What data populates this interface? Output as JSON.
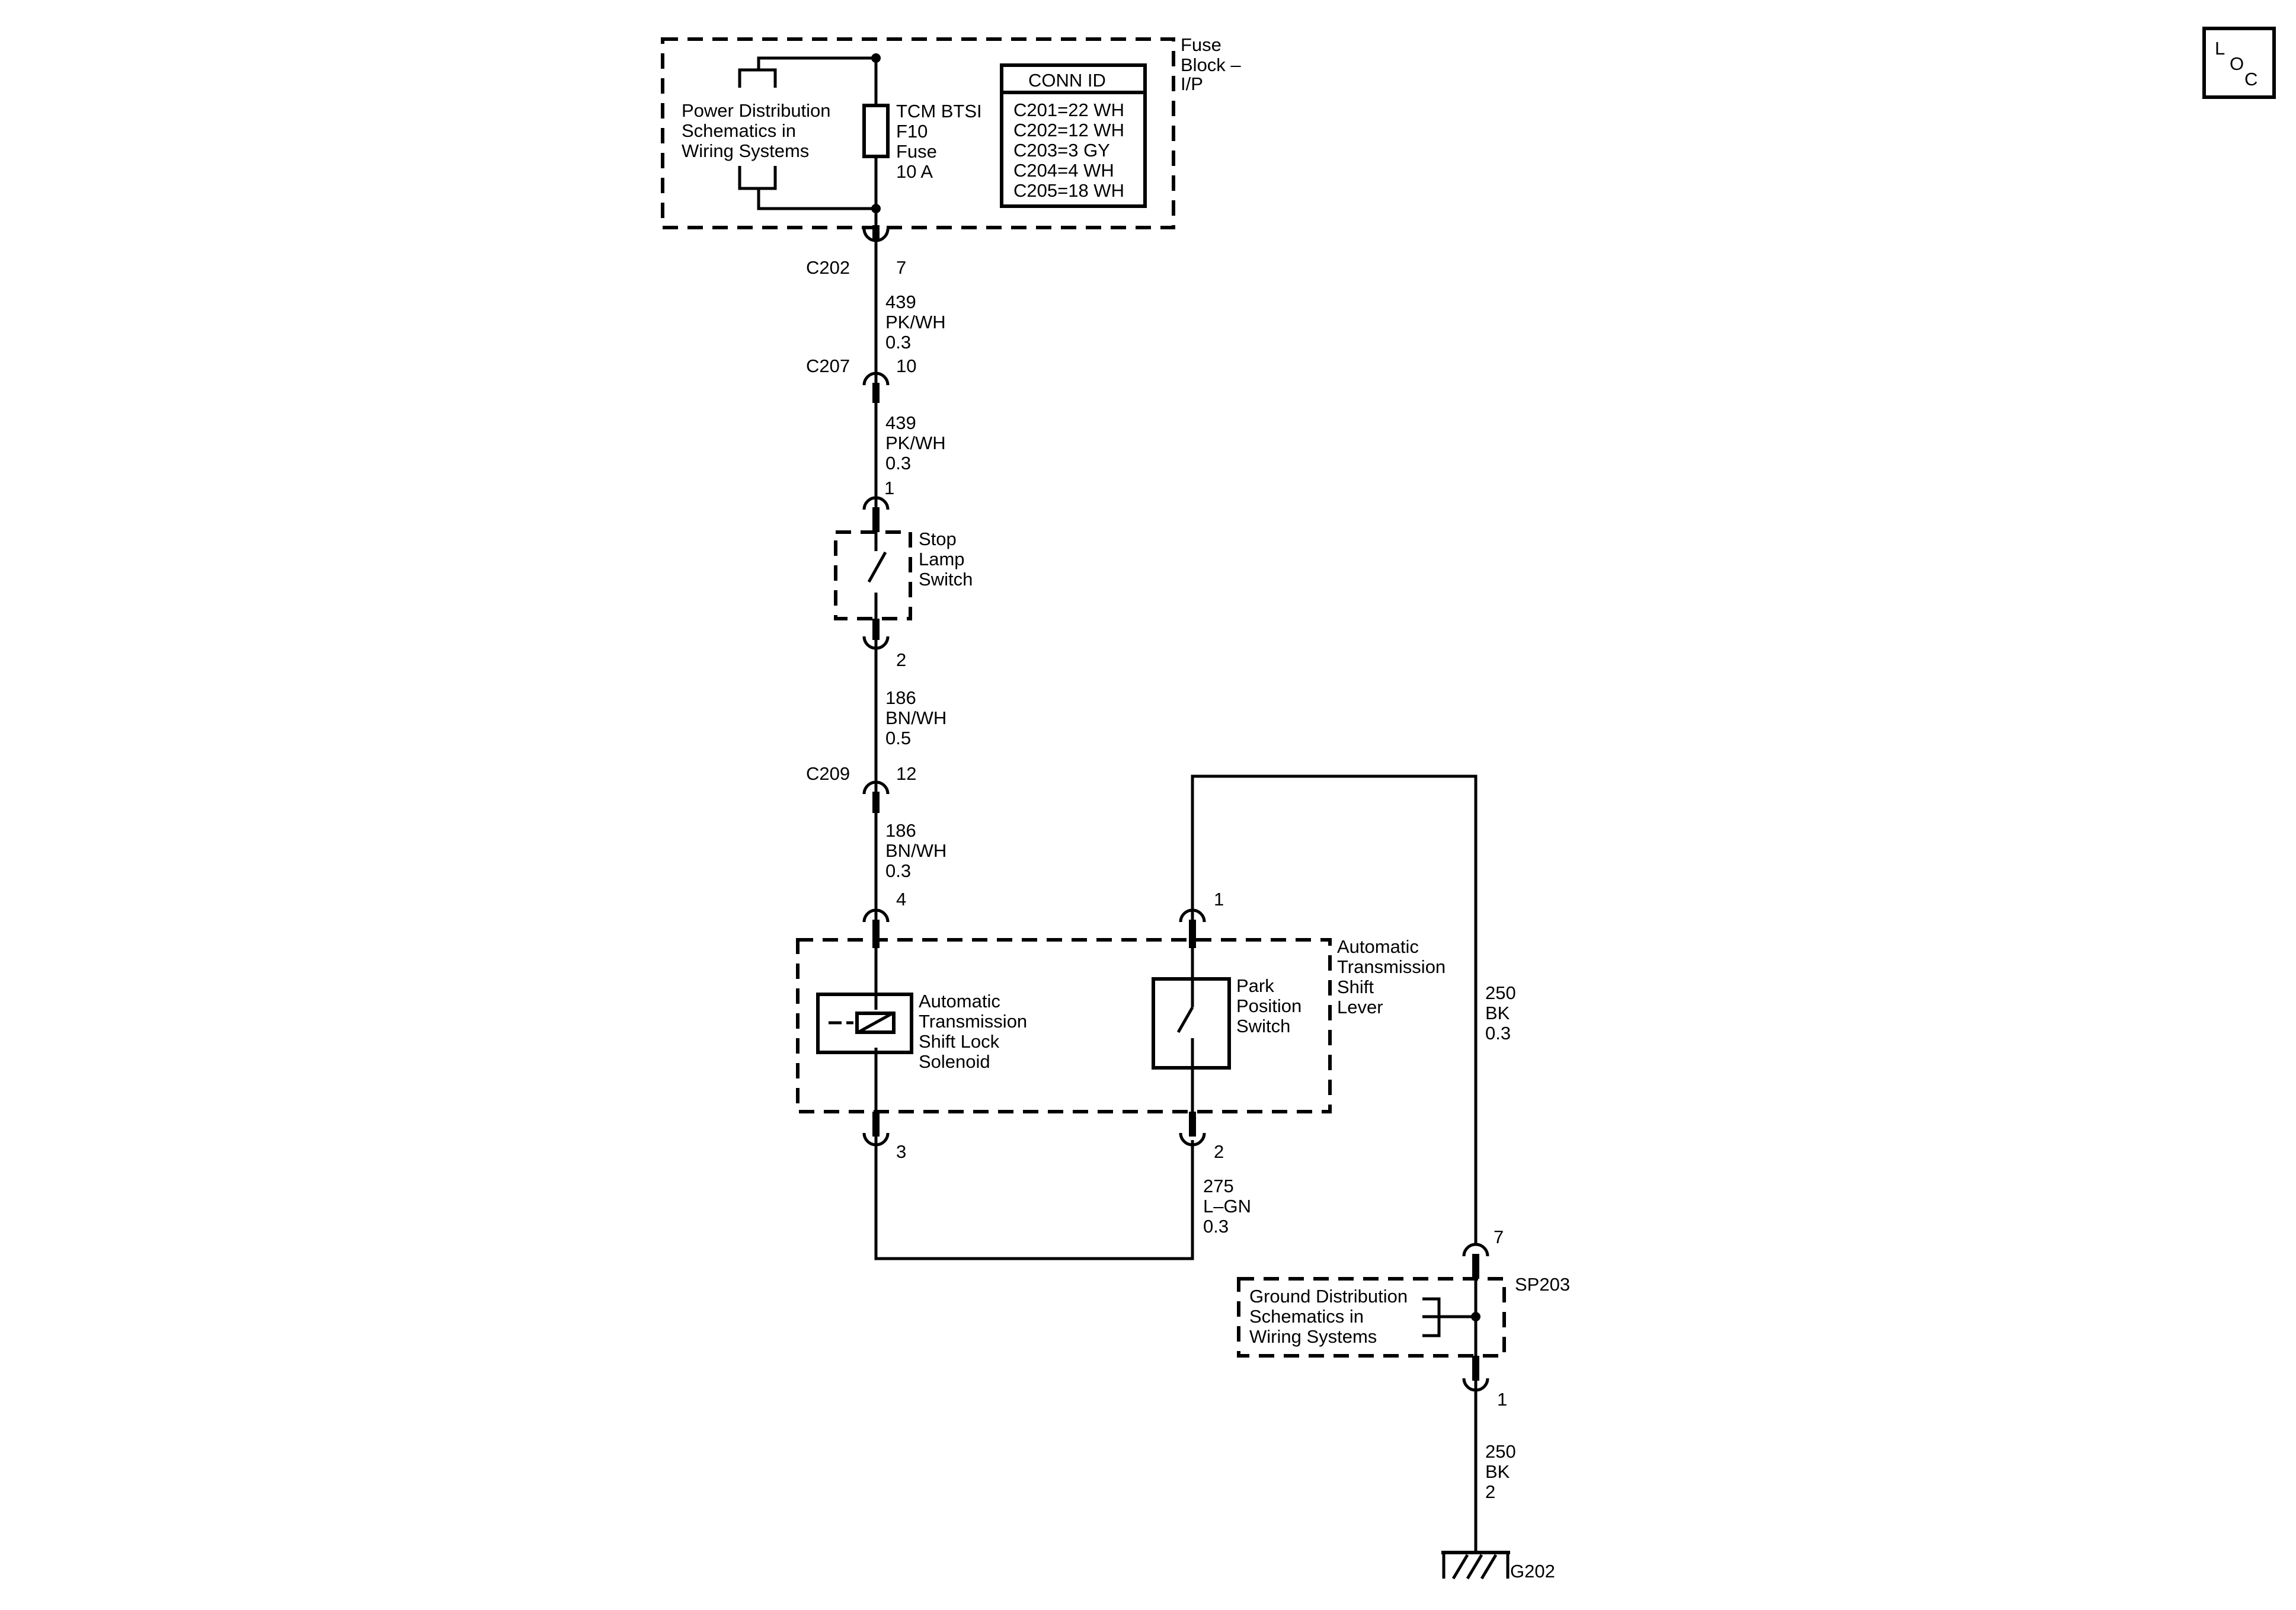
{
  "loc_badge": {
    "l": "L",
    "o": "O",
    "c": "C"
  },
  "fuse_block": {
    "title_lines": [
      "Fuse",
      "Block –",
      "I/P"
    ],
    "power_dist_lines": [
      "Power Distribution",
      "Schematics in",
      "Wiring Systems"
    ],
    "fuse_lines": [
      "TCM BTSI",
      "F10",
      "Fuse",
      "10 A"
    ],
    "conn_id": {
      "header": "CONN ID",
      "rows": [
        "C201=22 WH",
        "C202=12 WH",
        "C203=3 GY",
        "C204=4 WH",
        "C205=18 WH"
      ]
    }
  },
  "connectors": {
    "c202": {
      "name": "C202",
      "pin": "7"
    },
    "c207": {
      "name": "C207",
      "pin": "10"
    },
    "stop_top": {
      "pin": "1"
    },
    "stop_bottom": {
      "pin": "2"
    },
    "c209": {
      "name": "C209",
      "pin": "12"
    },
    "lever_left_top": {
      "pin": "4"
    },
    "lever_right_top": {
      "pin": "1"
    },
    "lever_left_bottom": {
      "pin": "3"
    },
    "lever_right_bottom": {
      "pin": "2"
    },
    "sp_top": {
      "pin": "7"
    },
    "sp_bottom": {
      "pin": "1"
    }
  },
  "wires": {
    "w1": [
      "439",
      "PK/WH",
      "0.3"
    ],
    "w2": [
      "439",
      "PK/WH",
      "0.3"
    ],
    "w3": [
      "186",
      "BN/WH",
      "0.5"
    ],
    "w4": [
      "186",
      "BN/WH",
      "0.3"
    ],
    "w5": [
      "275",
      "L–GN",
      "0.3"
    ],
    "w6": [
      "250",
      "BK",
      "0.3"
    ],
    "w7": [
      "250",
      "BK",
      "2"
    ]
  },
  "stop_lamp_switch": {
    "lines": [
      "Stop",
      "Lamp",
      "Switch"
    ]
  },
  "shift_lever": {
    "title_lines": [
      "Automatic",
      "Transmission",
      "Shift",
      "Lever"
    ],
    "solenoid_lines": [
      "Automatic",
      "Transmission",
      "Shift Lock",
      "Solenoid"
    ],
    "park_switch_lines": [
      "Park",
      "Position",
      "Switch"
    ]
  },
  "splice": {
    "name": "SP203"
  },
  "ground_dist": {
    "lines": [
      "Ground Distribution",
      "Schematics in",
      "Wiring Systems"
    ]
  },
  "ground": {
    "name": "G202"
  }
}
